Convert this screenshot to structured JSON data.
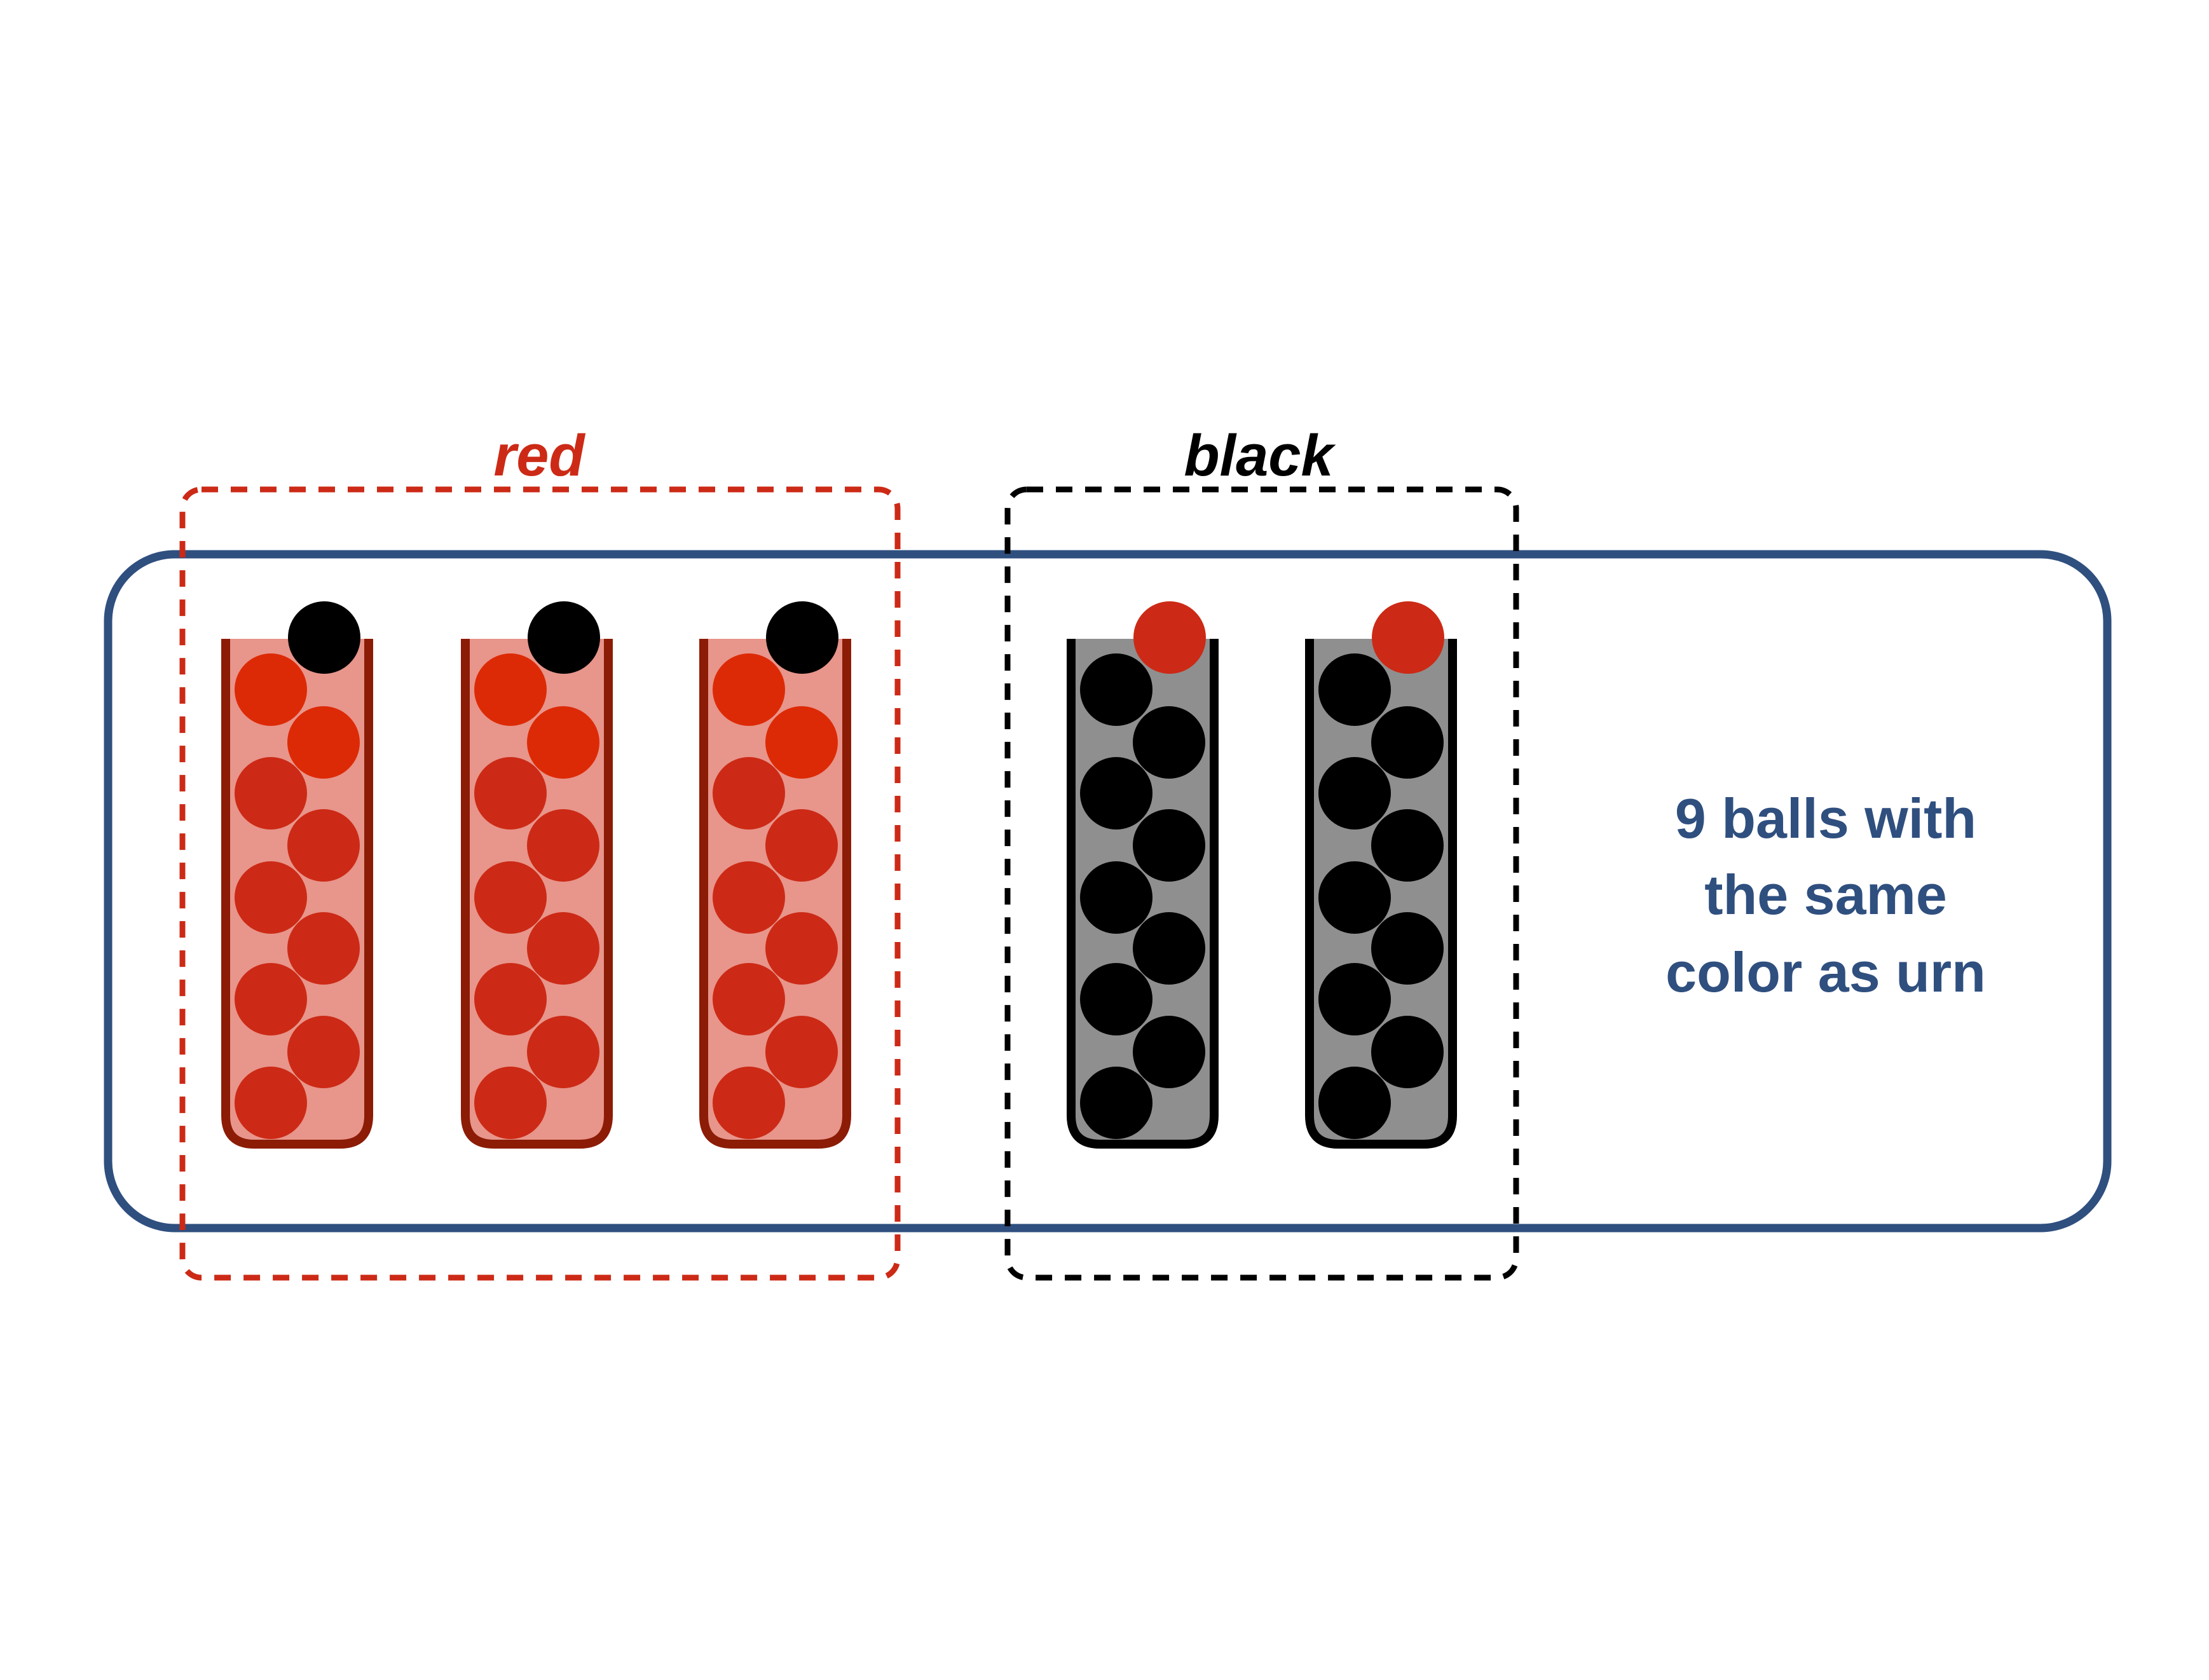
{
  "groups": {
    "red": {
      "label": "red",
      "color": "#cc2a16"
    },
    "black": {
      "label": "black",
      "color": "#000000"
    }
  },
  "caption": {
    "lines": [
      "9 balls with",
      "the same",
      "color as urn"
    ],
    "color": "#2f4f7f"
  },
  "colors": {
    "outer_frame": "#2f4f7f",
    "red_urn_fill": "#e8958b",
    "red_urn_stroke": "#8c1c06",
    "black_urn_fill": "#8f8f8f",
    "black_urn_stroke": "#000000",
    "red_ball": "#cc2a16",
    "bright_red_ball": "#dd2a06",
    "black_ball": "#000000"
  },
  "urns": [
    {
      "color": "red",
      "inner_balls": 9,
      "top_ball": "black"
    },
    {
      "color": "red",
      "inner_balls": 9,
      "top_ball": "black"
    },
    {
      "color": "red",
      "inner_balls": 9,
      "top_ball": "black"
    },
    {
      "color": "black",
      "inner_balls": 9,
      "top_ball": "red"
    },
    {
      "color": "black",
      "inner_balls": 9,
      "top_ball": "red"
    }
  ]
}
